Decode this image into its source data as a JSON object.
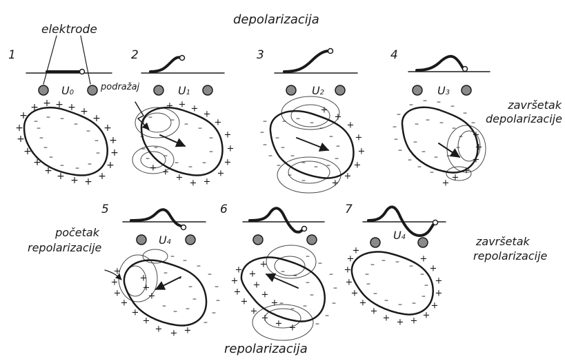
{
  "title_top": "depolarizacija",
  "title_bottom": "repolarizacija",
  "electrodes_label": "elektrode",
  "stimulus_label": "podražaj",
  "end_depolarization": [
    "završetak",
    "depolarizacije"
  ],
  "start_repolarization": [
    "početak",
    "repolarizacije"
  ],
  "end_repolarization": [
    "završetak",
    "repolarizacije"
  ],
  "stages": [
    {
      "number": "1",
      "potential": "U",
      "subscript": "0"
    },
    {
      "number": "2",
      "potential": "U",
      "subscript": "1"
    },
    {
      "number": "3",
      "potential": "U",
      "subscript": "2"
    },
    {
      "number": "4",
      "potential": "U",
      "subscript": "3"
    },
    {
      "number": "5",
      "potential": "U",
      "subscript": "4"
    },
    {
      "number": "6",
      "potential": "",
      "subscript": ""
    },
    {
      "number": "7",
      "potential": "U",
      "subscript": "4"
    }
  ],
  "colors": {
    "ink": "#1a1a1a",
    "electrode_fill": "#8a8a8a",
    "background": "#ffffff"
  }
}
